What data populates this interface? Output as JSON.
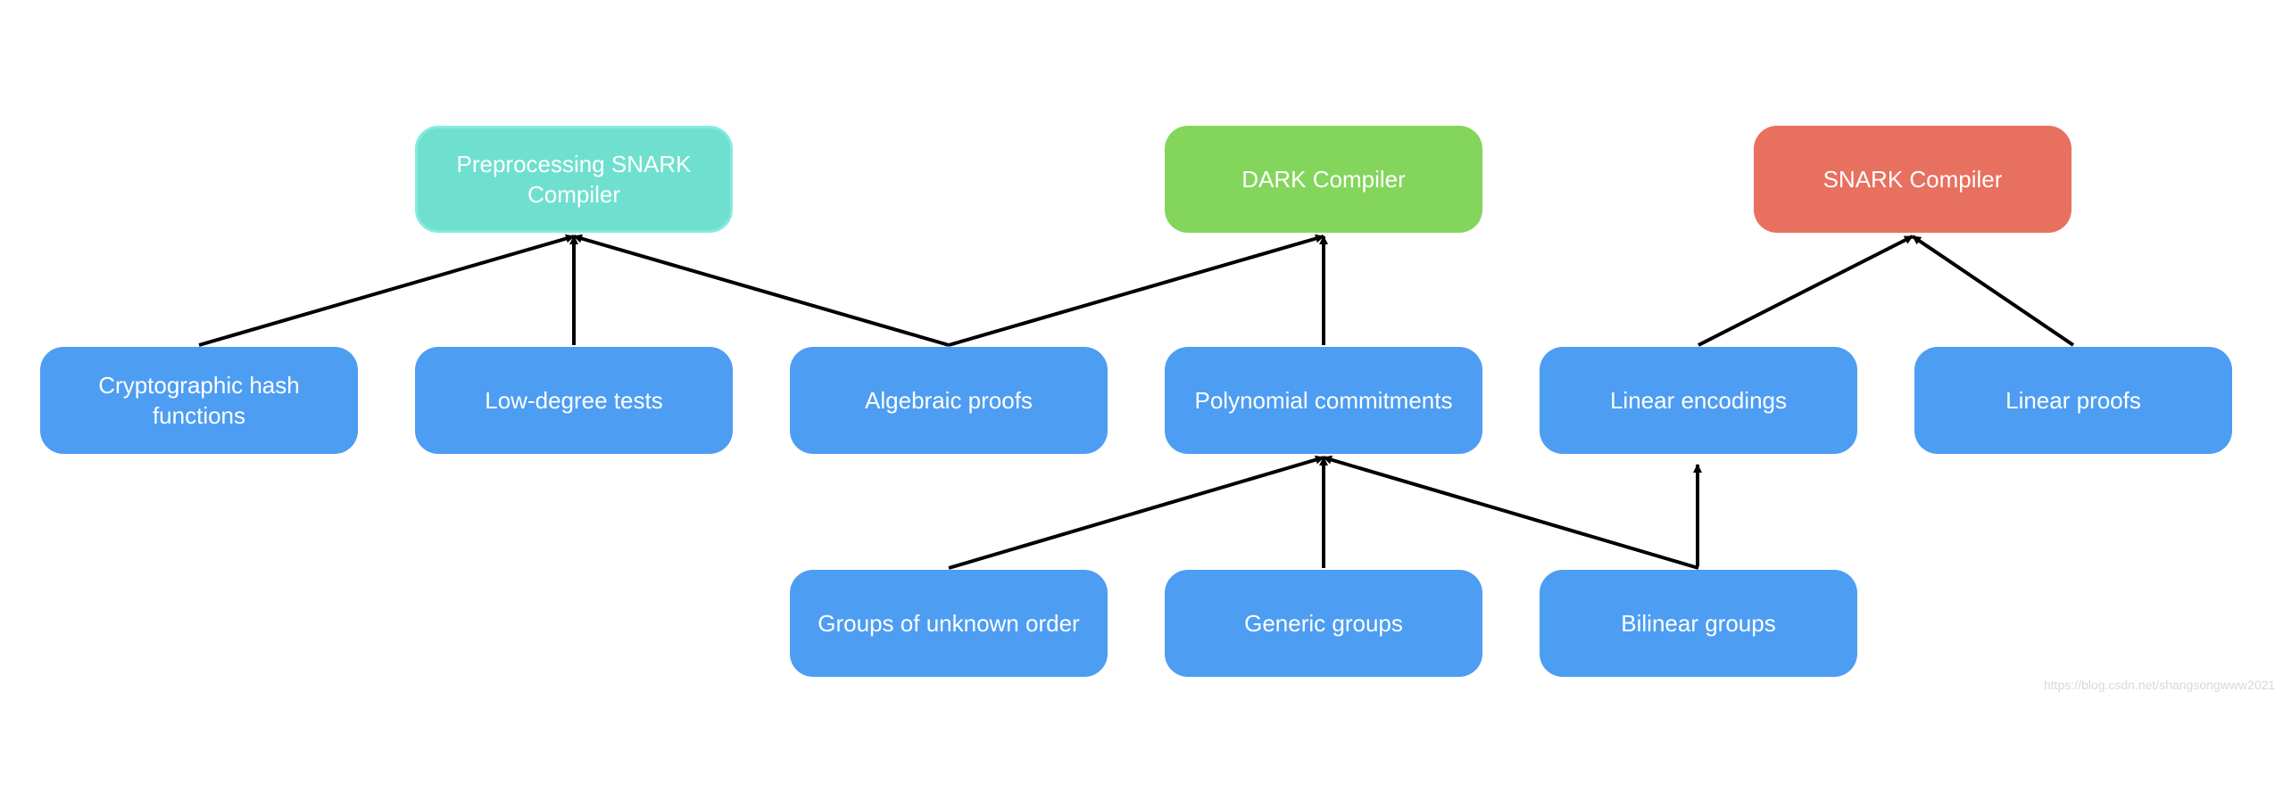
{
  "nodes": {
    "preprocessing_snark": {
      "label": "Preprocessing SNARK\nCompiler",
      "color": "#6fe0cf"
    },
    "dark_compiler": {
      "label": "DARK Compiler",
      "color": "#84d55c"
    },
    "snark_compiler": {
      "label": "SNARK Compiler",
      "color": "#e8705f"
    },
    "crypto_hash": {
      "label": "Cryptographic hash\nfunctions",
      "color": "#4d9df2"
    },
    "low_degree_tests": {
      "label": "Low-degree tests",
      "color": "#4d9df2"
    },
    "algebraic_proofs": {
      "label": "Algebraic proofs",
      "color": "#4d9df2"
    },
    "polynomial_commitments": {
      "label": "Polynomial commitments",
      "color": "#4d9df2"
    },
    "linear_encodings": {
      "label": "Linear encodings",
      "color": "#4d9df2"
    },
    "linear_proofs": {
      "label": "Linear proofs",
      "color": "#4d9df2"
    },
    "groups_unknown_order": {
      "label": "Groups of unknown order",
      "color": "#4d9df2"
    },
    "generic_groups": {
      "label": "Generic groups",
      "color": "#4d9df2"
    },
    "bilinear_groups": {
      "label": "Bilinear groups",
      "color": "#4d9df2"
    }
  },
  "edges": [
    {
      "from": "crypto_hash",
      "to": "preprocessing_snark"
    },
    {
      "from": "low_degree_tests",
      "to": "preprocessing_snark"
    },
    {
      "from": "algebraic_proofs",
      "to": "preprocessing_snark"
    },
    {
      "from": "algebraic_proofs",
      "to": "dark_compiler"
    },
    {
      "from": "polynomial_commitments",
      "to": "dark_compiler"
    },
    {
      "from": "linear_encodings",
      "to": "snark_compiler"
    },
    {
      "from": "linear_proofs",
      "to": "snark_compiler"
    },
    {
      "from": "groups_unknown_order",
      "to": "polynomial_commitments"
    },
    {
      "from": "generic_groups",
      "to": "polynomial_commitments"
    },
    {
      "from": "bilinear_groups",
      "to": "polynomial_commitments"
    },
    {
      "from": "bilinear_groups",
      "to": "linear_encodings"
    }
  ],
  "watermark": "https://blog.csdn.net/shangsongwww2021"
}
